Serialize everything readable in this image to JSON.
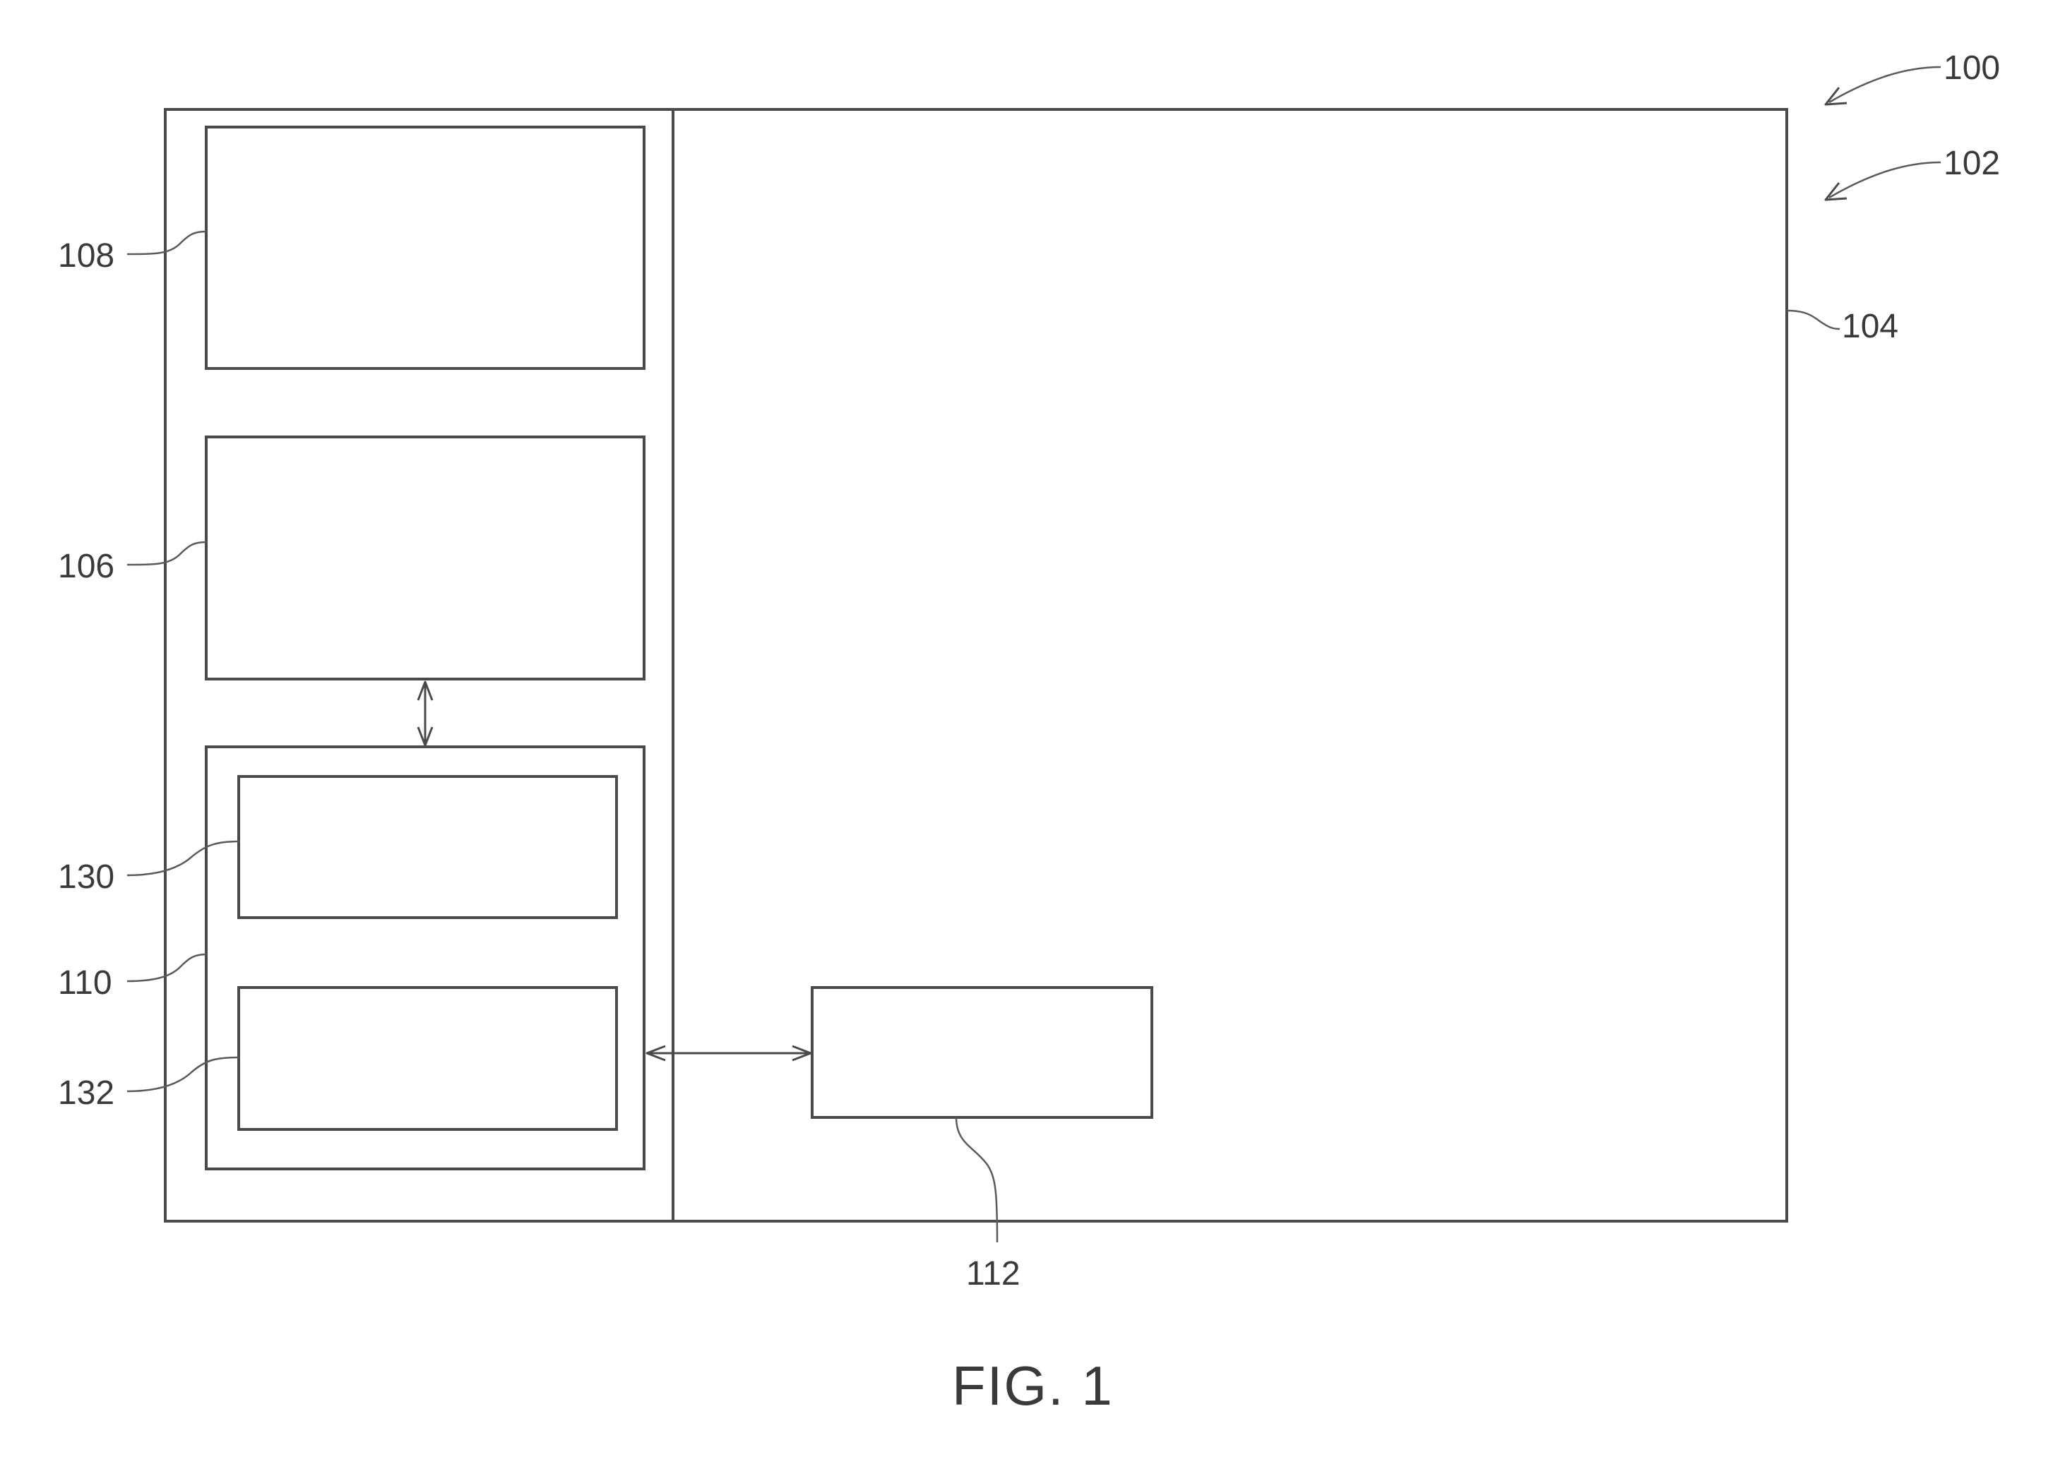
{
  "figure": {
    "caption": "FIG. 1"
  },
  "reference_numerals": {
    "system": "100",
    "device": "102",
    "outer_region": "104",
    "upper_block": "108",
    "middle_block": "106",
    "lower_block": "110",
    "lower_inner_top": "130",
    "lower_inner_bottom": "132",
    "external_block": "112"
  },
  "colors": {
    "line": "#4a4a4a",
    "text": "#3a3a3a",
    "background": "#ffffff"
  }
}
